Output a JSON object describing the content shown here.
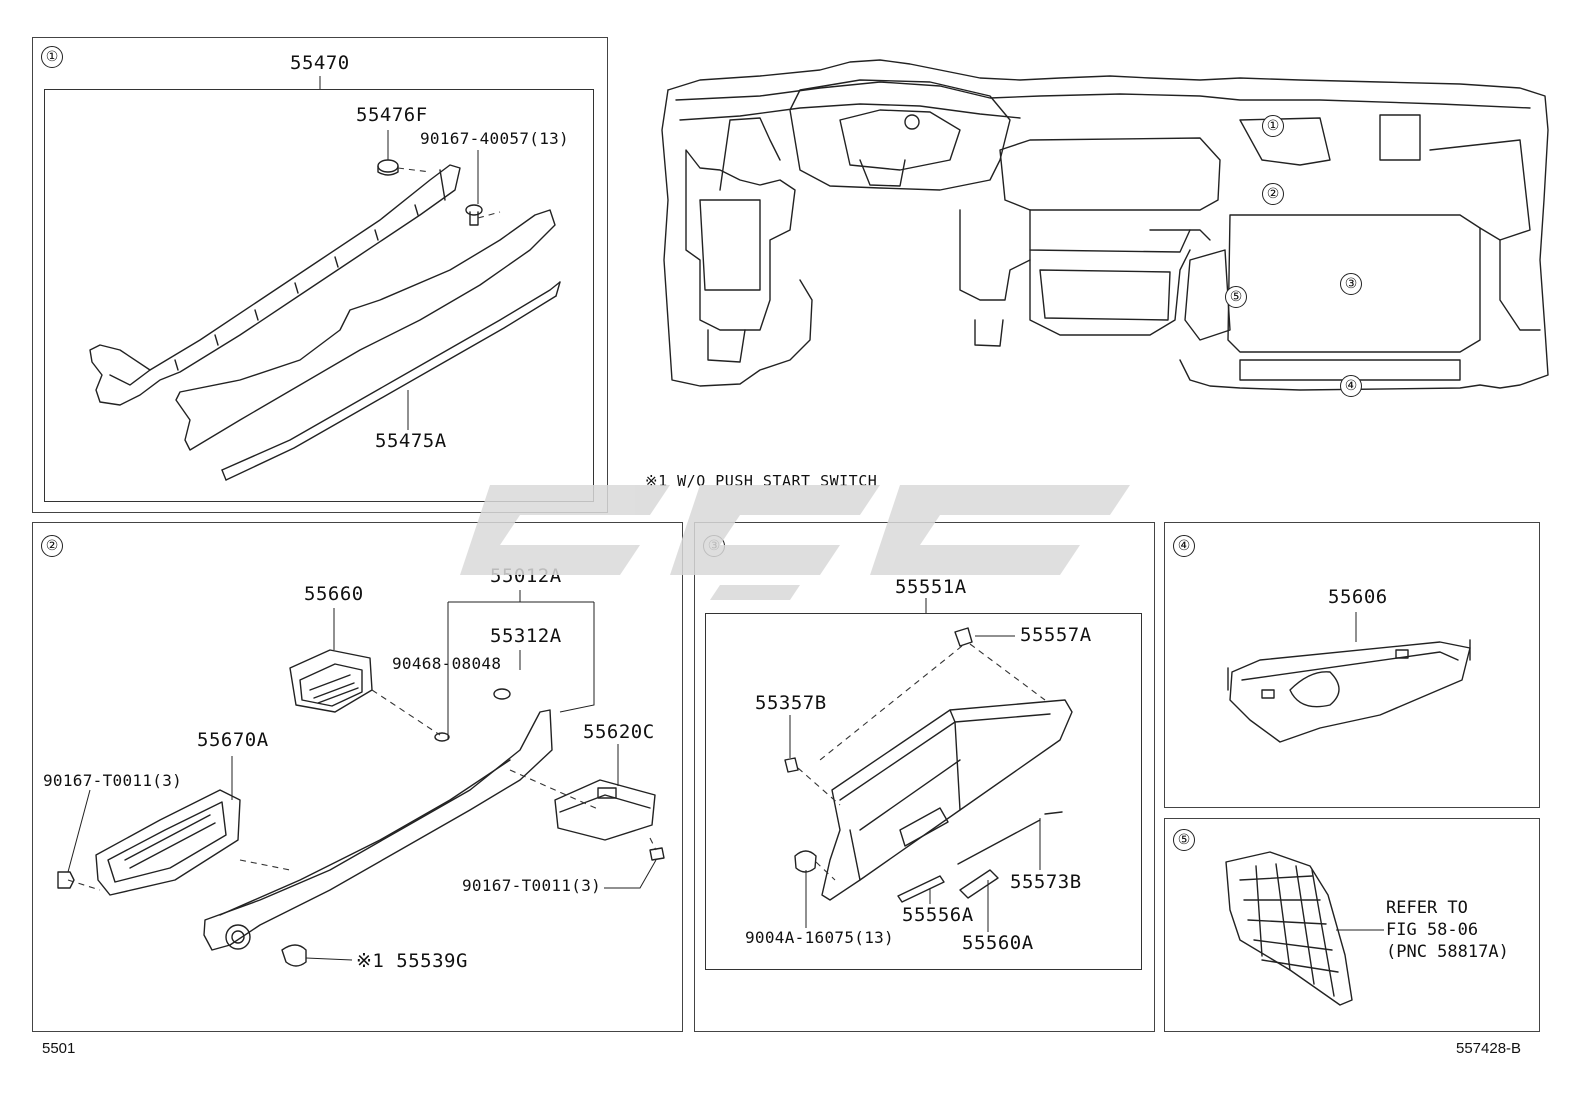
{
  "panels": [
    {
      "id": "1",
      "marker": "①"
    },
    {
      "id": "2",
      "marker": "②"
    },
    {
      "id": "3",
      "marker": "③"
    },
    {
      "id": "4",
      "marker": "④"
    },
    {
      "id": "5",
      "marker": "⑤"
    }
  ],
  "overview_markers": [
    "①",
    "②",
    "③",
    "④",
    "⑤"
  ],
  "note": "※1 W/O PUSH START SWITCH",
  "panel1": {
    "p55470": "55470",
    "p55476F": "55476F",
    "p90167_40057": "90167-40057(13)",
    "p55475A": "55475A"
  },
  "panel2": {
    "p55660": "55660",
    "p55012A": "55012A",
    "p55312A": "55312A",
    "p90468_08048": "90468-08048",
    "p55670A": "55670A",
    "p90167_T0011_left": "90167-T0011(3)",
    "p55620C": "55620C",
    "p90167_T0011_right": "90167-T0011(3)",
    "p55539G": "※1 55539G"
  },
  "panel3": {
    "p55551A": "55551A",
    "p55557A": "55557A",
    "p55357B": "55357B",
    "p55573B": "55573B",
    "p55556A": "55556A",
    "p9004A_16075": "9004A-16075(13)",
    "p55560A": "55560A"
  },
  "panel4": {
    "p55606": "55606"
  },
  "panel5": {
    "refer": "REFER TO\nFIG 58-06\n(PNC 58817A)"
  },
  "footer": {
    "left": "5501",
    "right": "557428-B"
  },
  "colors": {
    "line": "#222222",
    "watermark": "#d9d9d9",
    "background": "#ffffff"
  }
}
